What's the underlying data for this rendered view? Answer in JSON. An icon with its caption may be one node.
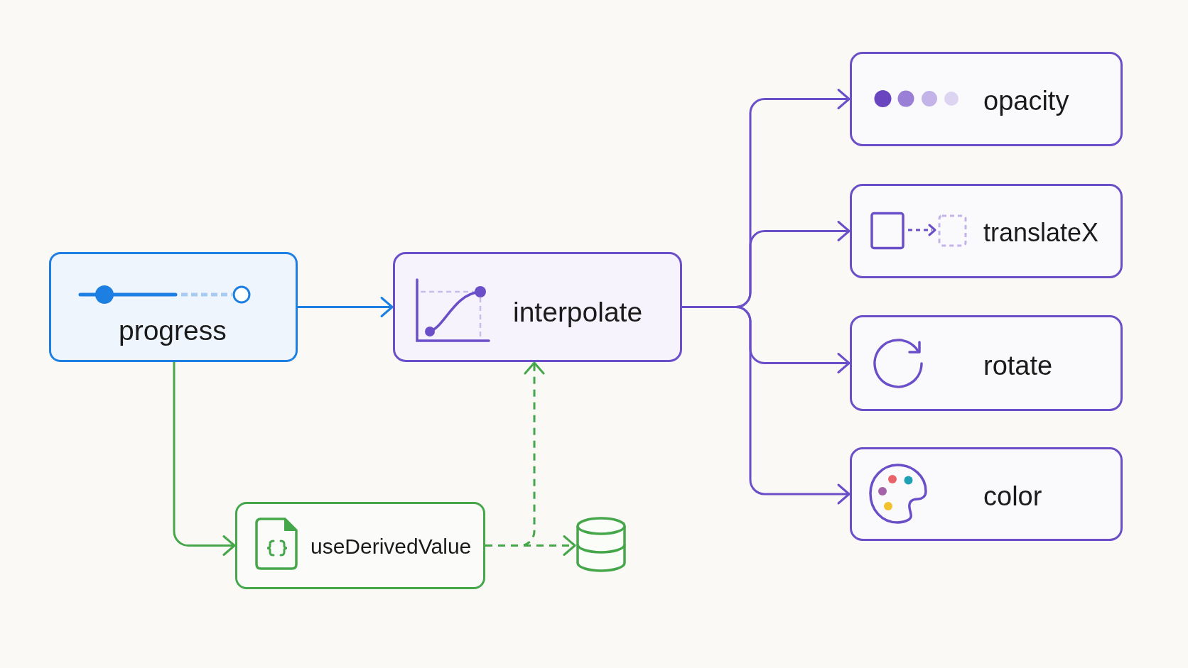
{
  "diagram": {
    "nodes": [
      {
        "text": [
          "progress"
        ]
      },
      {
        "text": [
          "interpolate"
        ]
      },
      {
        "text": [
          "opacity"
        ]
      },
      {
        "text": [
          "translateX"
        ]
      },
      {
        "text": [
          "rotate"
        ]
      },
      {
        "text": [
          "color"
        ]
      },
      {
        "text": [
          "useDerivedValue"
        ]
      },
      {
        "text": [],
        "shape": "cylinder"
      }
    ],
    "edges": [
      {
        "from": 0,
        "to": 1,
        "arrow": "to",
        "color": "#1e7fe3"
      },
      {
        "from": 0,
        "to": 6,
        "arrow": "to",
        "color": "#45a64a"
      },
      {
        "from": 6,
        "to": 7,
        "arrow": "to",
        "style": "dashed",
        "color": "#45a64a"
      },
      {
        "from": 6,
        "to": 1,
        "arrow": "to",
        "style": "dashed",
        "color": "#45a64a"
      },
      {
        "from": 1,
        "to": 2,
        "arrow": "to"
      },
      {
        "from": 1,
        "to": 3,
        "arrow": "to"
      },
      {
        "from": 1,
        "to": 4,
        "arrow": "to"
      },
      {
        "from": 1,
        "to": 5,
        "arrow": "to"
      }
    ]
  }
}
